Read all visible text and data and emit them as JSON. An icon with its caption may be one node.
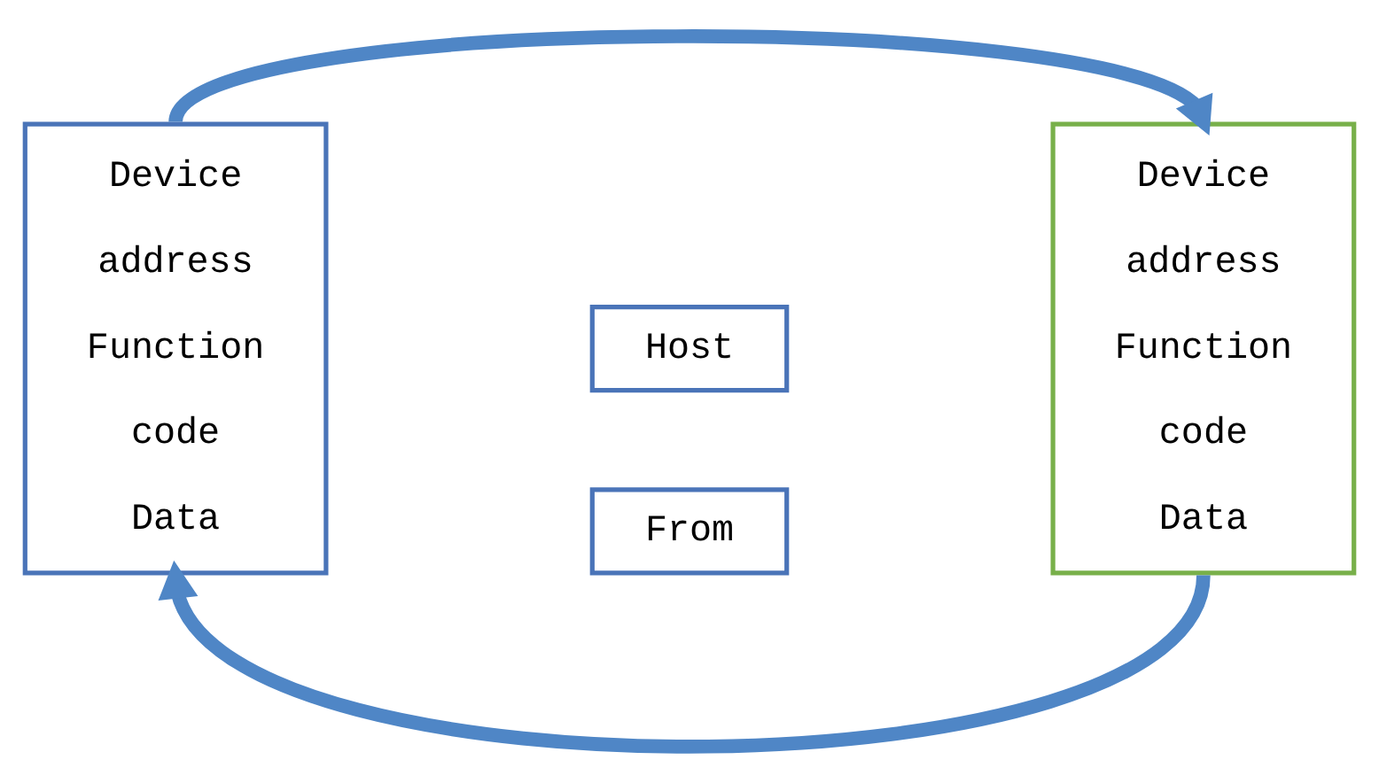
{
  "diagram": {
    "nodes": [
      {
        "text": [
          "Device address Function code Data"
        ]
      },
      {
        "text": [
          "Host"
        ]
      },
      {
        "text": [
          "Device address Function code Data"
        ]
      },
      {
        "text": [
          "From"
        ]
      }
    ],
    "edges": [
      {
        "from": 0,
        "to": 2,
        "arrow": "to"
      },
      {
        "from": 2,
        "to": 0,
        "arrow": "to"
      }
    ]
  }
}
